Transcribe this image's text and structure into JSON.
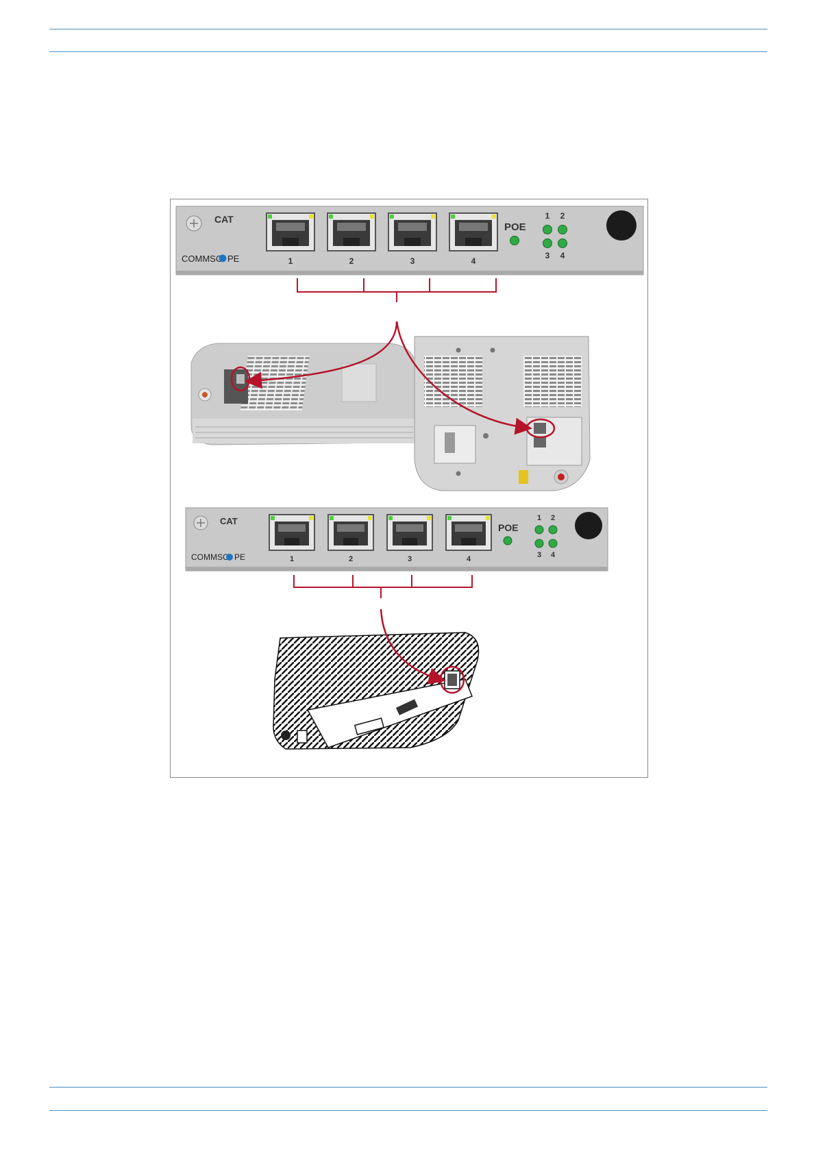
{
  "figure": {
    "panel_top": {
      "cat_label": "CAT",
      "brand_left": "COMMSC",
      "brand_right": "PE",
      "poe_label": "POE",
      "port_labels": [
        "1",
        "2",
        "3",
        "4"
      ],
      "led_labels": [
        "1",
        "2",
        "3",
        "4"
      ]
    },
    "panel_bottom": {
      "cat_label": "CAT",
      "brand_left": "COMMSC",
      "brand_right": "PE",
      "poe_label": "POE",
      "port_labels": [
        "1",
        "2",
        "3",
        "4"
      ],
      "led_labels": [
        "1",
        "2",
        "3",
        "4"
      ]
    }
  },
  "colors": {
    "rule": "#4a8fc2",
    "callout_red": "#b5142a",
    "led_green": "#2faa44",
    "port_green": "#4fcf3f",
    "port_yellow": "#e8e233",
    "panel_gray": "#c9c9c9"
  }
}
